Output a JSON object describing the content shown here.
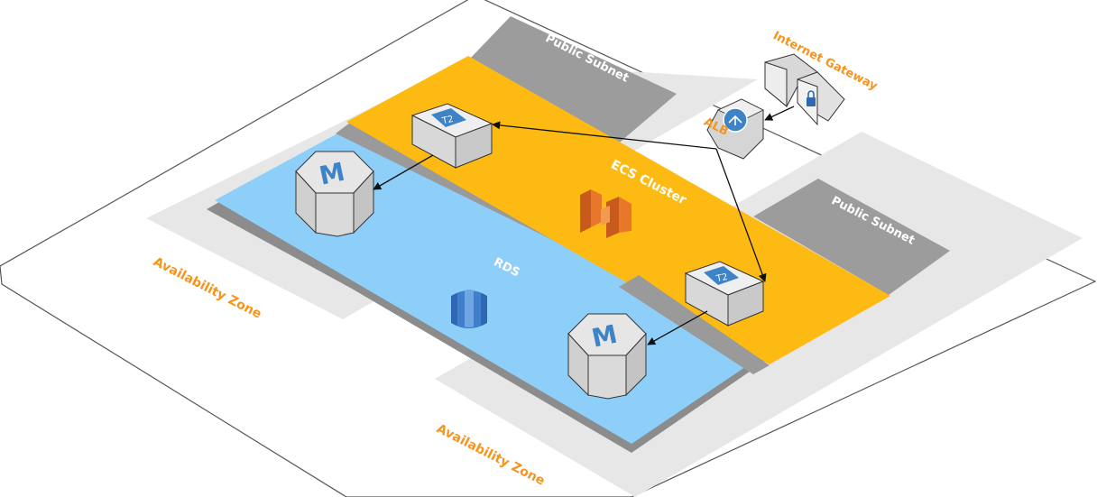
{
  "labels": {
    "internet_gateway": "Internet Gateway",
    "public_subnet_top": "Public Subnet",
    "public_subnet_right": "Public Subnet",
    "alb": "ALB",
    "ecs_cluster": "ECS Cluster",
    "rds": "RDS",
    "availability_zone_left": "Availability Zone",
    "availability_zone_bottom": "Availability Zone",
    "t2_top": "T2",
    "t2_bottom": "T2",
    "m_top": "M",
    "m_bottom": "M"
  },
  "colors": {
    "accent_orange": "#F7941D",
    "ecs_yellow": "#FDBA12",
    "rds_blue": "#8ECFFA",
    "subnet_gray": "#9B9B9B",
    "az_gray": "#E5E5E5",
    "instance_blue": "#3D83C6",
    "ecs_icon_orange": "#E8772A",
    "rds_icon_blue": "#2F67B2"
  },
  "icons": {
    "internet_gateway": "internet-gateway-icon",
    "alb": "load-balancer-icon",
    "ecs": "ecs-icon",
    "rds": "rds-database-icon",
    "ec2_instance": "ec2-t2-instance-icon",
    "rds_instance": "rds-m-instance-icon"
  }
}
